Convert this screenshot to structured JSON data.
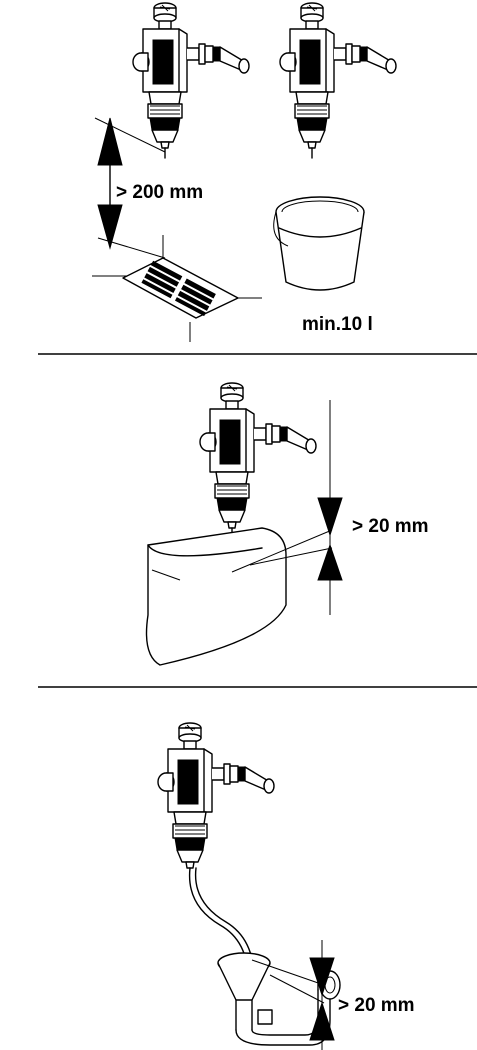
{
  "panel1": {
    "height_label": "> 200 mm",
    "bucket_label": "min.10 l"
  },
  "panel2": {
    "gap_label": "> 20 mm"
  },
  "panel3": {
    "gap_label": "> 20 mm"
  }
}
